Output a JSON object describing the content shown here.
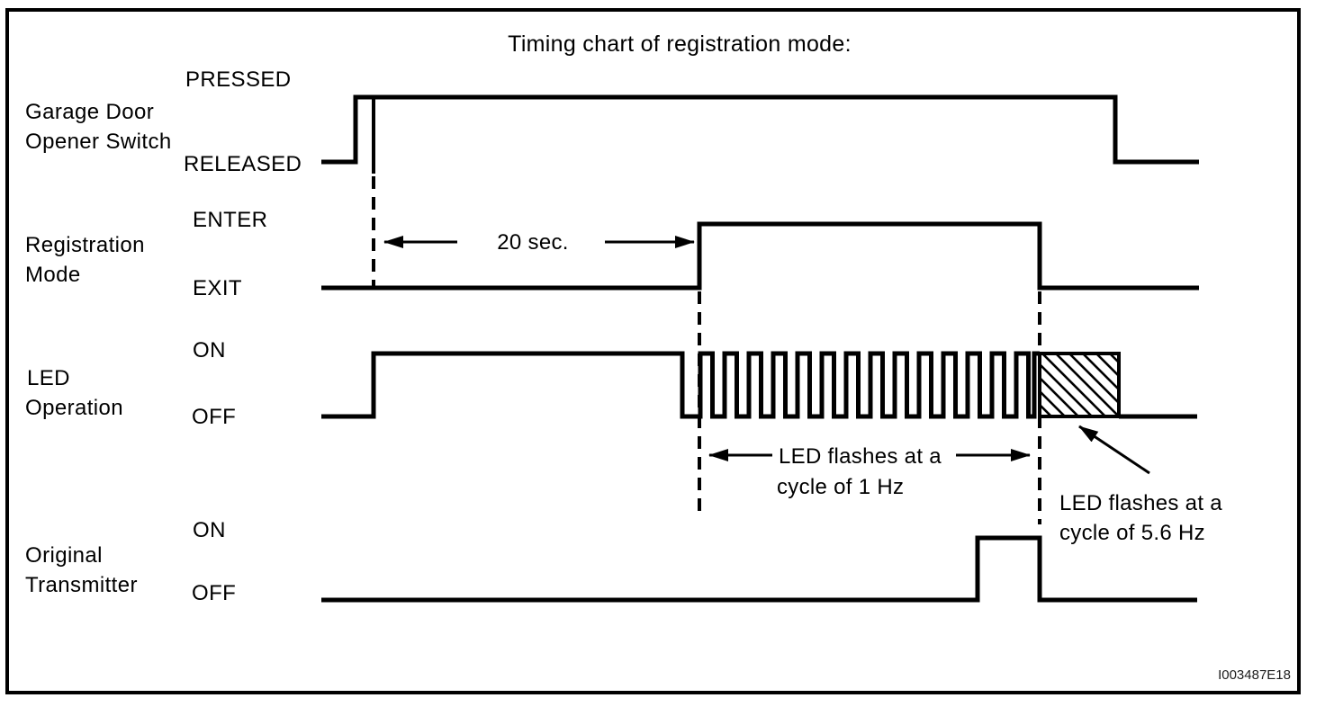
{
  "title": "Timing chart of registration mode:",
  "figure_id": "I003487E18",
  "colors": {
    "ink": "#000000",
    "background": "#ffffff"
  },
  "signals": [
    {
      "name": "Garage Door Opener Switch",
      "name_lines": [
        "Garage Door",
        "Opener Switch"
      ],
      "high_label": "PRESSED",
      "low_label": "RELEASED",
      "events": "RELEASED, then PRESSED and held through registration, then RELEASED near the end"
    },
    {
      "name": "Registration Mode",
      "name_lines": [
        "Registration",
        "Mode"
      ],
      "high_label": "ENTER",
      "low_label": "EXIT",
      "events": "EXIT, enters 20 sec. after switch press reference, stays entered, exits when original transmitter signal ends"
    },
    {
      "name": "LED Operation",
      "name_lines": [
        "LED",
        "Operation"
      ],
      "high_label": "ON",
      "low_label": "OFF",
      "events": "OFF, steady ON while switch held, flashes at 1 Hz during registration mode, flashes at 5.6 Hz (hatched region) after registration, then OFF"
    },
    {
      "name": "Original Transmitter",
      "name_lines": [
        "Original",
        "Transmitter"
      ],
      "high_label": "ON",
      "low_label": "OFF",
      "events": "OFF, briefly ON near end of registration mode, then OFF"
    }
  ],
  "annotations": {
    "interval": "20 sec.",
    "led_1hz": [
      "LED flashes at a",
      "cycle of 1 Hz"
    ],
    "led_56hz": [
      "LED flashes at a",
      "cycle of 5.6 Hz"
    ]
  }
}
